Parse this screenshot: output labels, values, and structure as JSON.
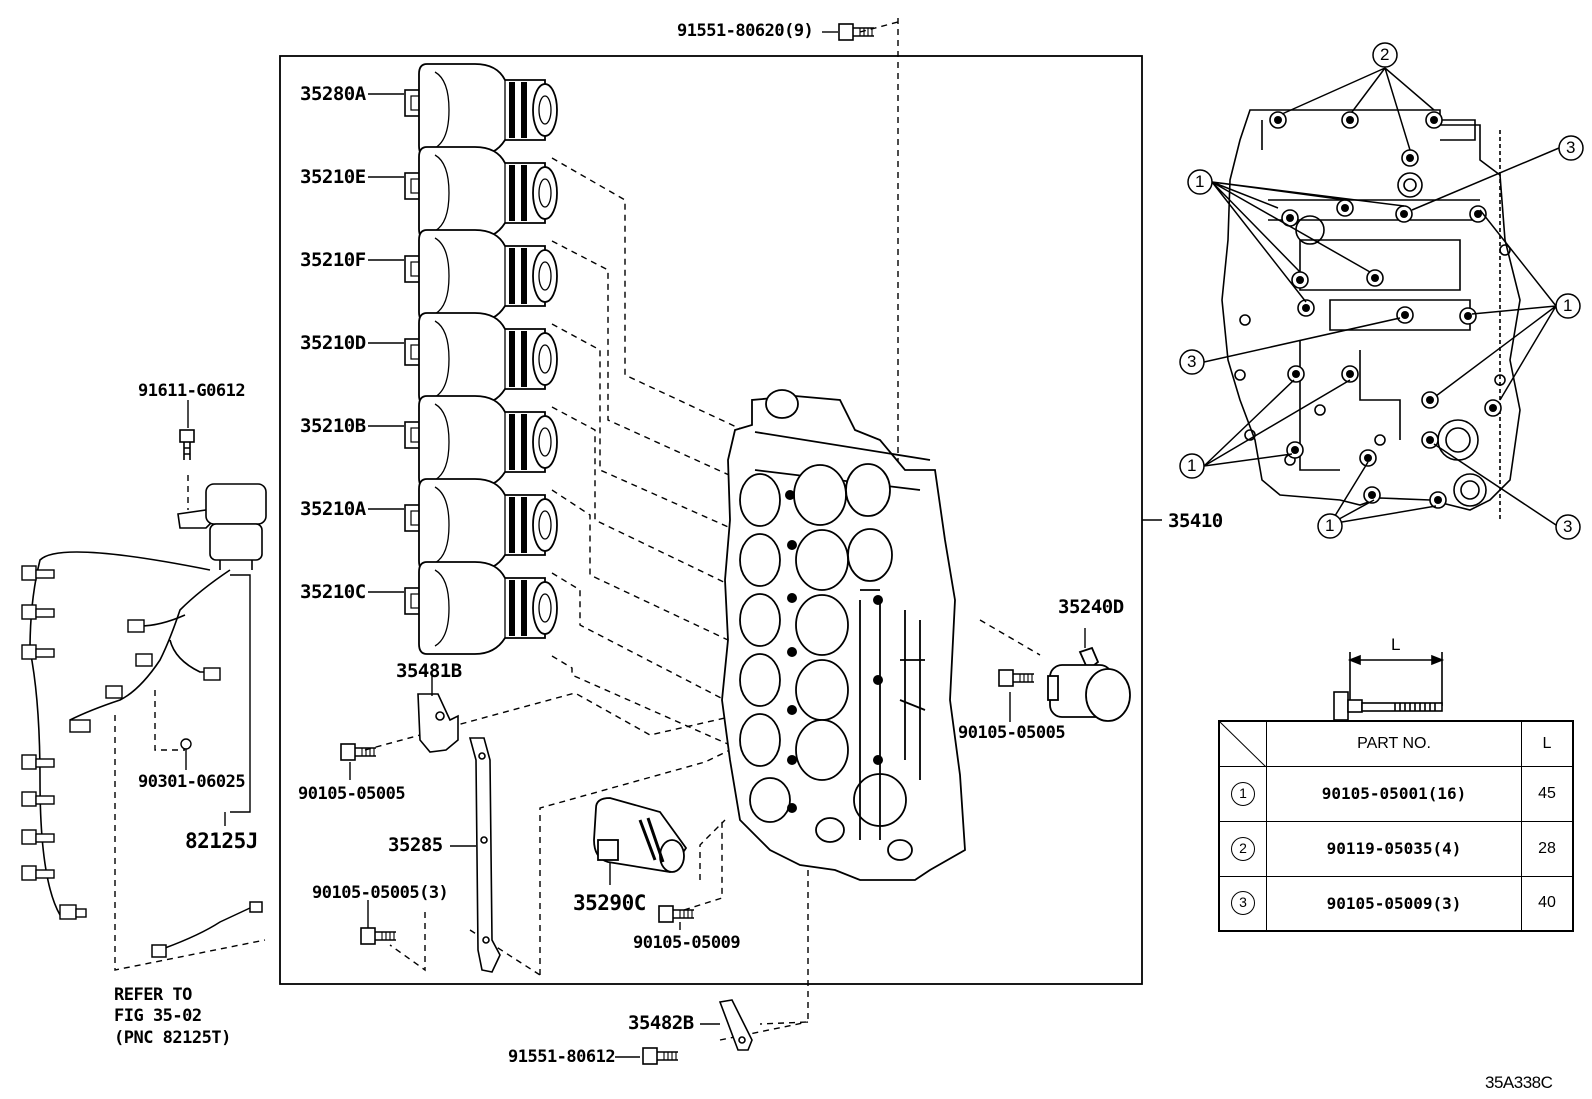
{
  "callouts": {
    "p35280A": "35280A",
    "p35210E": "35210E",
    "p35210F": "35210F",
    "p35210D": "35210D",
    "p35210B": "35210B",
    "p35210A": "35210A",
    "p35210C": "35210C",
    "p91551_80620": "91551-80620(9)",
    "p91611_G0612": "91611-G0612",
    "p90301_06025": "90301-06025",
    "p82125J": "82125J",
    "p35481B": "35481B",
    "p90105_05005_a": "90105-05005",
    "p35285": "35285",
    "p90105_05005_3": "90105-05005(3)",
    "p35290C": "35290C",
    "p90105_05009": "90105-05009",
    "p35482B": "35482B",
    "p91551_80612": "91551-80612",
    "p35240D": "35240D",
    "p90105_05005_b": "90105-05005",
    "p35410": "35410",
    "refer_line1": "REFER TO",
    "refer_line2": "FIG 35-02",
    "refer_line3": "(PNC 82125T)",
    "figure_code": "35A338C"
  },
  "markers": {
    "one": "1",
    "two": "2",
    "three": "3"
  },
  "dimension_label": "L",
  "bolt_table": {
    "header_part": "PART NO.",
    "header_length": "L",
    "rows": [
      {
        "marker": "1",
        "part": "90105-05001(16)",
        "length": "45"
      },
      {
        "marker": "2",
        "part": "90119-05035(4)",
        "length": "28"
      },
      {
        "marker": "3",
        "part": "90105-05009(3)",
        "length": "40"
      }
    ]
  }
}
